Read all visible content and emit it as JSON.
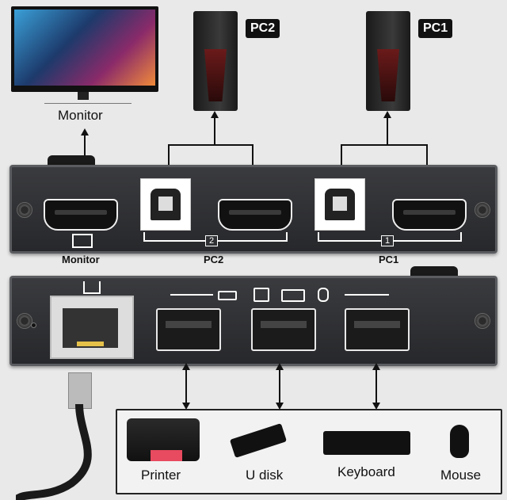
{
  "labels": {
    "monitor_top": "Monitor",
    "pc2_tag": "PC2",
    "pc1_tag": "PC1",
    "monitor_port": "Monitor",
    "pc2_port": "PC2",
    "pc1_port": "PC1",
    "printer": "Printer",
    "udisk": "U disk",
    "keyboard": "Keyboard",
    "mouse": "Mouse",
    "pc2_badge": "2",
    "pc1_badge": "1"
  },
  "colors": {
    "panel": "#2f3033",
    "background": "#e9e9e9",
    "accent_red": "#8b1a1a"
  }
}
